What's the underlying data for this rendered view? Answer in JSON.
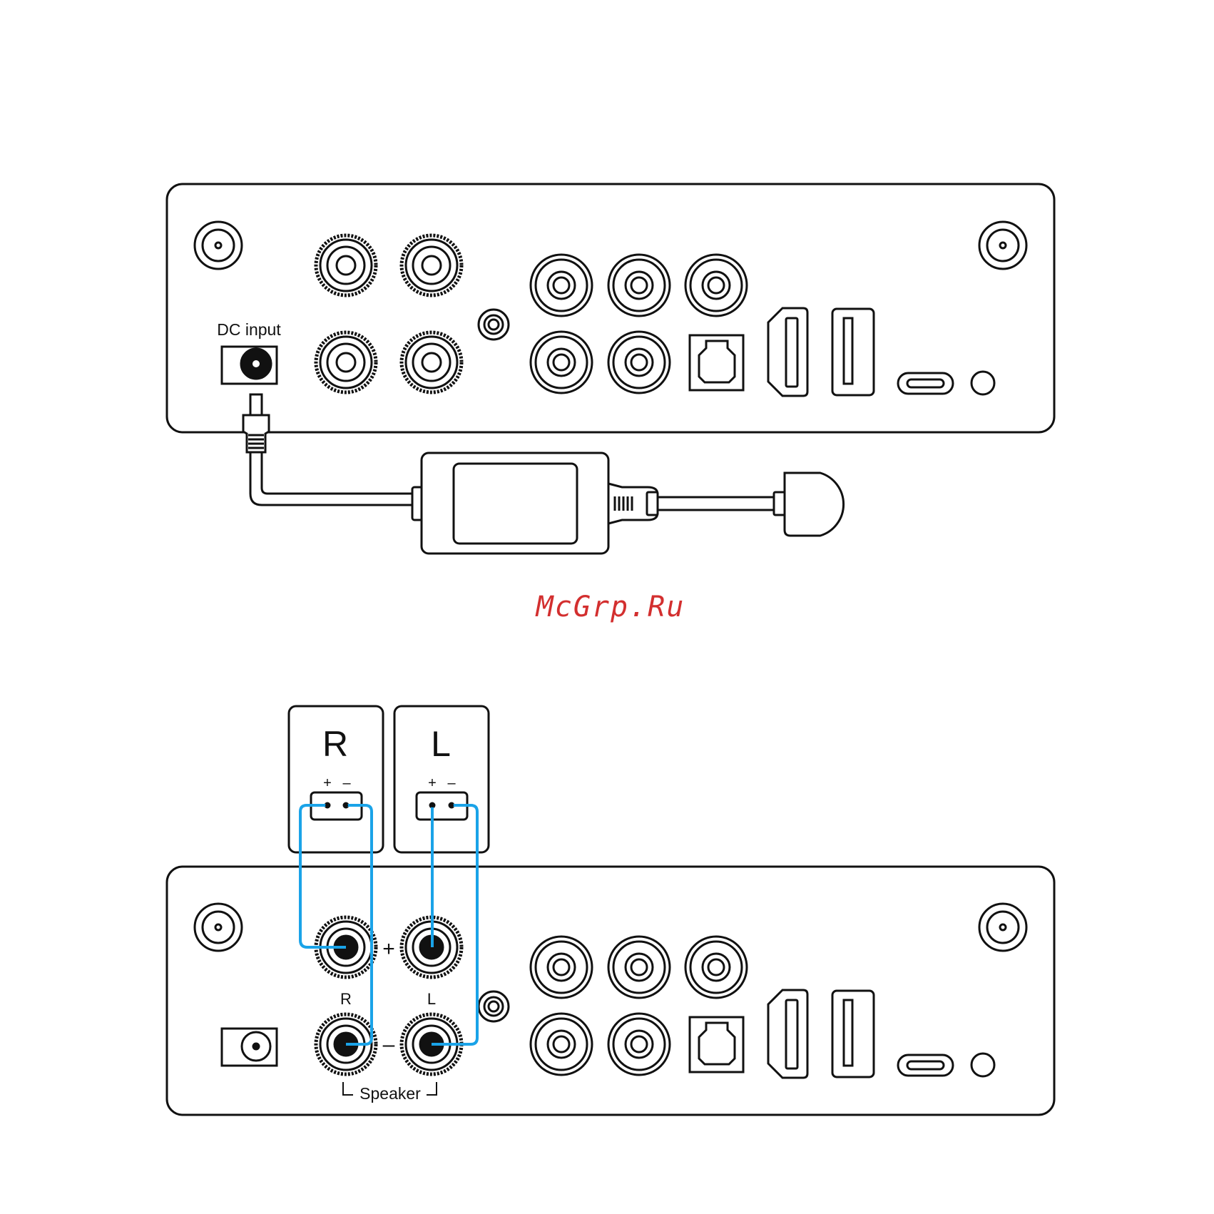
{
  "top_panel": {
    "dc_label": "DC input"
  },
  "watermark": "McGrp.Ru",
  "speakers": {
    "right": {
      "letter": "R",
      "plus": "+",
      "minus": "–"
    },
    "left": {
      "letter": "L",
      "plus": "+",
      "minus": "–"
    }
  },
  "bottom_panel": {
    "terminal_plus": "+",
    "terminal_minus": "–",
    "label_r": "R",
    "label_l": "L",
    "speaker_label": "Speaker"
  },
  "colors": {
    "outline": "#111111",
    "wire": "#1aa3e8",
    "watermark": "#d32f2f"
  }
}
